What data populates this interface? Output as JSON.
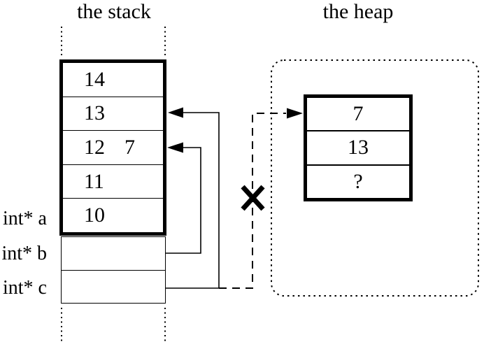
{
  "titles": {
    "stack": "the stack",
    "heap": "the heap"
  },
  "stack_frame": {
    "cells": [
      {
        "value": "14"
      },
      {
        "value": "13"
      },
      {
        "old_value": "12",
        "new_value": "7",
        "crossed_out": true
      },
      {
        "value": "11"
      },
      {
        "value": "10"
      }
    ]
  },
  "variables": [
    {
      "label": "int* a"
    },
    {
      "label": "int* b"
    },
    {
      "label": "int* c"
    }
  ],
  "heap_block": {
    "cells": [
      "7",
      "13",
      "?"
    ]
  },
  "icons": {
    "cross_out": "x-cross-mark",
    "pointer_arrowhead": "solid-triangle-arrowhead"
  },
  "colors": {
    "ink": "#000000",
    "background": "#ffffff"
  }
}
